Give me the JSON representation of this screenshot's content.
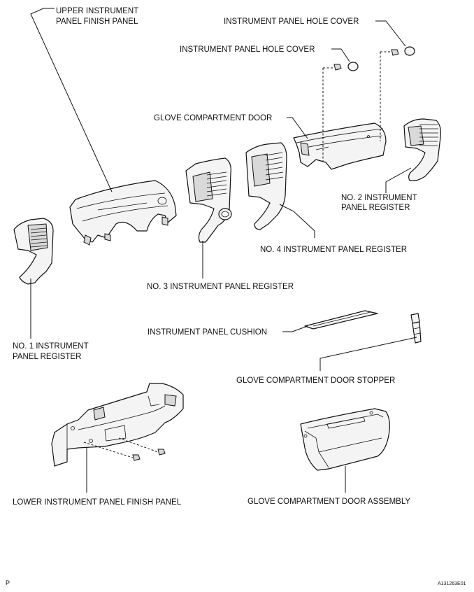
{
  "labels": {
    "upper_finish_panel_line1": "UPPER INSTRUMENT",
    "upper_finish_panel_line2": "PANEL FINISH PANEL",
    "hole_cover_right": "INSTRUMENT PANEL HOLE COVER",
    "hole_cover_left": "INSTRUMENT PANEL HOLE COVER",
    "glove_compartment_door": "GLOVE COMPARTMENT DOOR",
    "no2_register_line1": "NO. 2 INSTRUMENT",
    "no2_register_line2": "PANEL REGISTER",
    "no4_register": "NO. 4 INSTRUMENT PANEL REGISTER",
    "no3_register": "NO. 3 INSTRUMENT PANEL REGISTER",
    "cushion": "INSTRUMENT PANEL CUSHION",
    "no1_register_line1": "NO. 1 INSTRUMENT",
    "no1_register_line2": "PANEL REGISTER",
    "door_stopper": "GLOVE COMPARTMENT DOOR STOPPER",
    "lower_finish_panel": "LOWER INSTRUMENT PANEL FINISH PANEL",
    "door_assembly": "GLOVE COMPARTMENT DOOR ASSEMBLY"
  },
  "footer": {
    "corner_mark": "P",
    "figure_id": "A131263E01"
  }
}
